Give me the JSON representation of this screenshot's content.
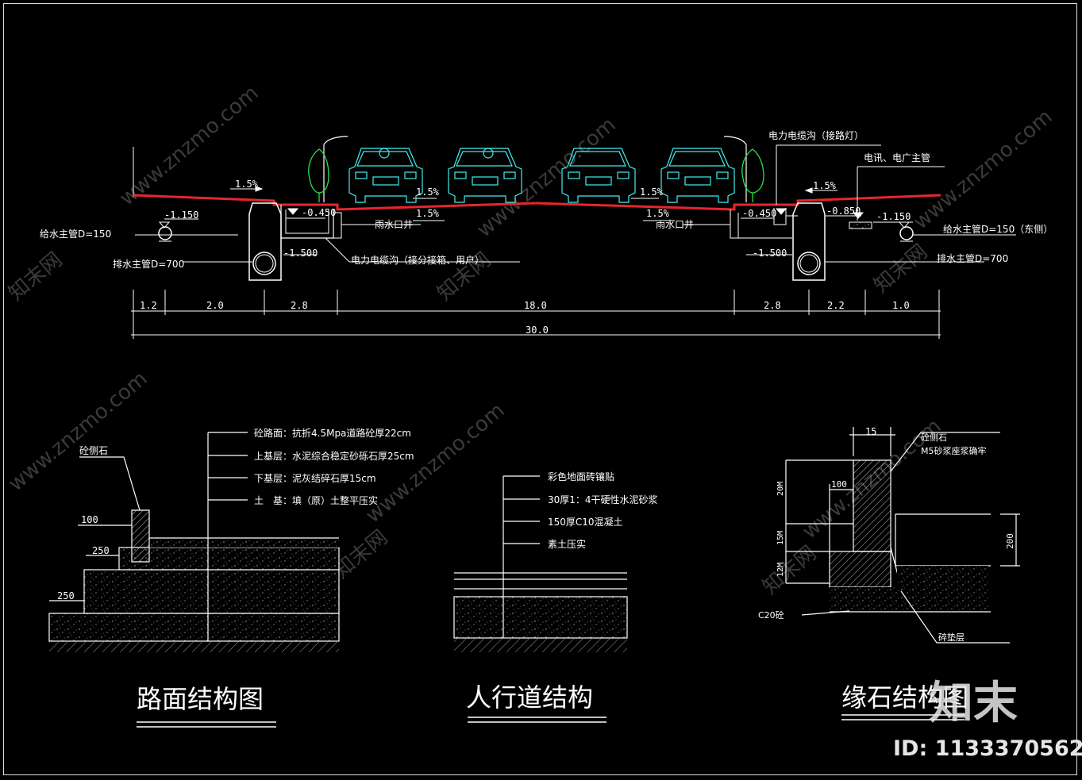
{
  "cross_section": {
    "slopes": {
      "left_walk": "1.5%",
      "left_road_top": "1.5%",
      "left_road_bot": "1.5%",
      "right_road_top": "1.5%",
      "right_road_bot": "1.5%",
      "right_walk": "1.5%"
    },
    "elevations": {
      "l_water": "-1.150",
      "l_drain": "-1.500",
      "l_inlet": "-0.450",
      "r_inlet": "-0.450",
      "r_drain": "-1.500",
      "r_cable": "-0.850",
      "r_water": "-1.150"
    },
    "labels": {
      "l_water_pipe": "给水主管D=150",
      "l_drain_pipe": "排水主管D=700",
      "l_inlet": "雨水口井",
      "l_cable": "电力电缆沟（接分接箱、用户）",
      "r_cable": "电力电缆沟（接路灯）",
      "r_telecom": "电讯、电广主管",
      "r_inlet": "雨水口井",
      "r_water_pipe": "给水主管D=150（东侧）",
      "r_drain_pipe": "排水主管D=700"
    },
    "dims": [
      "1.2",
      "2.0",
      "2.8",
      "18.0",
      "2.8",
      "2.2",
      "1.0"
    ],
    "total": "30.0"
  },
  "pavement": {
    "title": "路面结构图",
    "curb_label": "砼侧石",
    "dims": [
      "100",
      "250",
      "250"
    ],
    "layers": [
      "砼路面：抗折4.5Mpa道路砼厚22cm",
      "上基层：水泥综合稳定砂砾石厚25cm",
      "下基层：泥灰结碎石厚15cm",
      "土　基：填（原）土整平压实"
    ]
  },
  "sidewalk": {
    "title": "人行道结构",
    "layers": [
      "彩色地面砖镶贴",
      "30厚1：4干硬性水泥砂浆",
      "150厚C10混凝土",
      "素土压实"
    ]
  },
  "curb": {
    "title": "缘石结构图",
    "top_dim": "15",
    "label1": "砼侧石",
    "label2": "M5砂浆座浆确牢",
    "d100": "100",
    "v1": "20M",
    "v2": "15M",
    "v3": "12M",
    "h200": "200",
    "c20": "C20砼",
    "base": "碎垫层"
  },
  "watermark": {
    "text": "www.znzmo.com",
    "cn": "知末网",
    "brand": "知末",
    "id": "ID: 1133370562"
  },
  "colors": {
    "road": "#e6262d",
    "car": "#3ff0f0",
    "tree": "#27e14a",
    "line": "#ffffff",
    "bg": "#000000"
  }
}
